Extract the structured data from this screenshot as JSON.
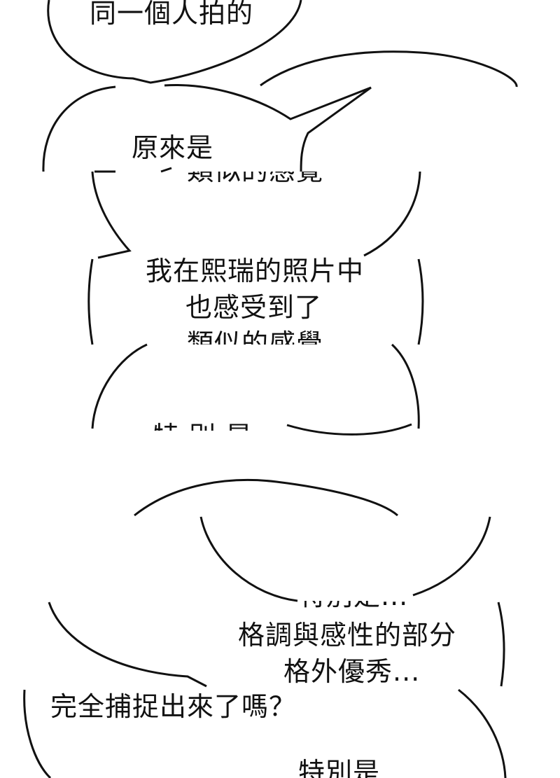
{
  "panels": [
    {
      "id": "p1",
      "lines": [
        "同一個人拍的"
      ]
    },
    {
      "id": "p2",
      "lines": [
        "原來是"
      ]
    },
    {
      "id": "p3",
      "lines": [
        "類似的感覺"
      ],
      "partial": true
    },
    {
      "id": "p4",
      "lines": [
        "我在熙瑞的照片中",
        "也感受到了",
        "類似的感覺"
      ]
    },
    {
      "id": "p5",
      "lines": [
        "特別是..."
      ],
      "partial": true
    },
    {
      "id": "p6",
      "lines": [
        "格調與感性的部分",
        "格外優秀..."
      ]
    },
    {
      "id": "p7",
      "lines": [
        "完全捕捉出來了嗎？"
      ]
    },
    {
      "id": "p8",
      "lines": [
        "特別是..."
      ],
      "partial": true
    }
  ],
  "colors": {
    "background": "#ffffff",
    "ink": "#111111"
  }
}
